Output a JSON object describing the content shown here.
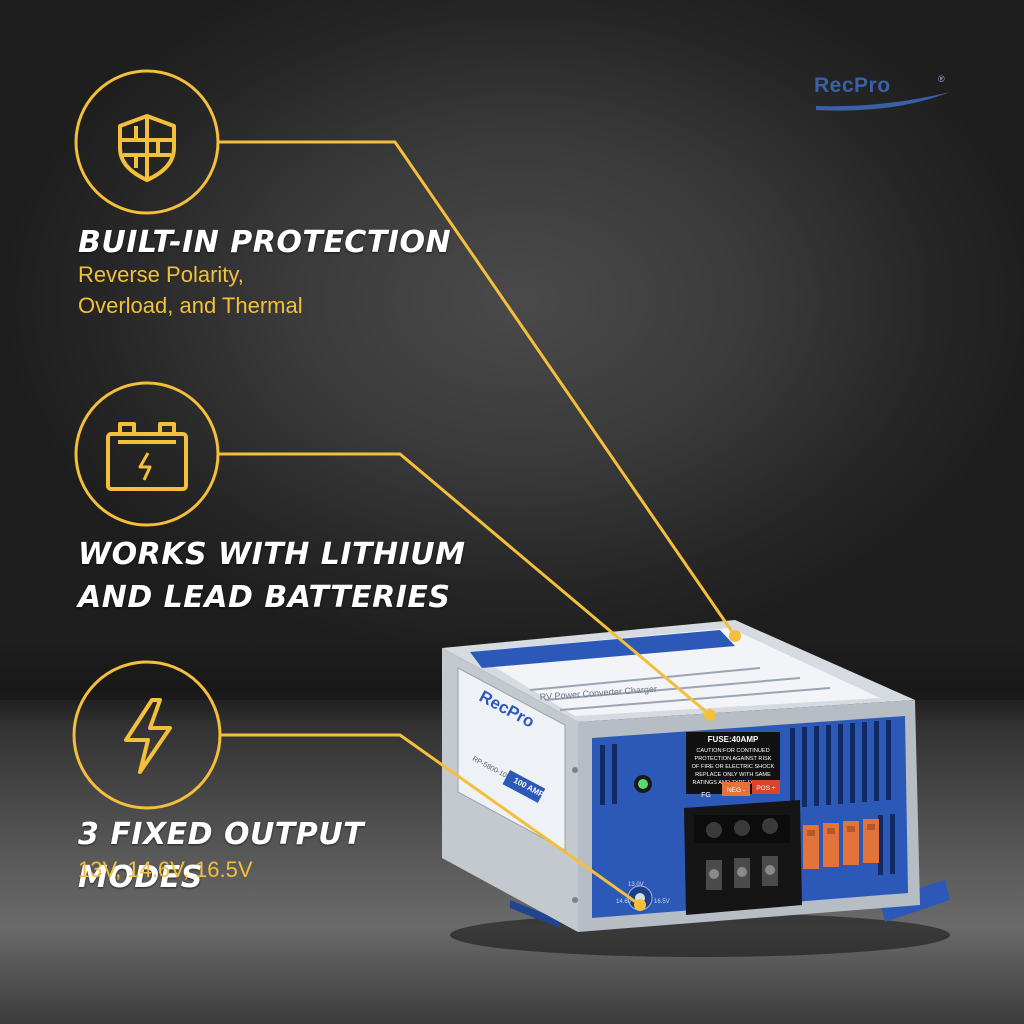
{
  "brand": {
    "name": "RecPro",
    "registered_mark": "®"
  },
  "features": [
    {
      "icon": "shield-icon",
      "title": "BUILT-IN PROTECTION",
      "subtitle_lines": [
        "Reverse Polarity,",
        "Overload, and Thermal"
      ]
    },
    {
      "icon": "battery-icon",
      "title_lines": [
        "WORKS WITH LITHIUM",
        "AND LEAD BATTERIES"
      ]
    },
    {
      "icon": "lightning-icon",
      "title": "3 FIXED OUTPUT MODES",
      "subtitle": "13V, 14.6V, 16.5V"
    }
  ],
  "product": {
    "brand_label": "RecPro",
    "model": "RP-5800-100CA",
    "amp_badge": "100 AMP",
    "top_label": "RV Power Converter Charger",
    "fuse_title": "FUSE:40AMP",
    "fuse_caution": [
      "CAUTION:FOR CONTINUED",
      "PROTECTION AGAINST RISK",
      "OF FIRE OR ELECTRIC SHOCK",
      "REPLACE ONLY WITH SAME",
      "RATINGS AND TYPE OF FUSE."
    ],
    "terminal_fg": "FG",
    "terminal_neg": "NEG -",
    "terminal_pos": "POS +",
    "mode_labels": [
      "13.0V",
      "14.6V",
      "16.5V"
    ]
  },
  "colors": {
    "accent": "#f4bf3a",
    "product_blue": "#2c59b8",
    "product_silver": "#b9bec6",
    "brand_blue": "#3a60a8",
    "fuse_orange": "#e2733a"
  }
}
